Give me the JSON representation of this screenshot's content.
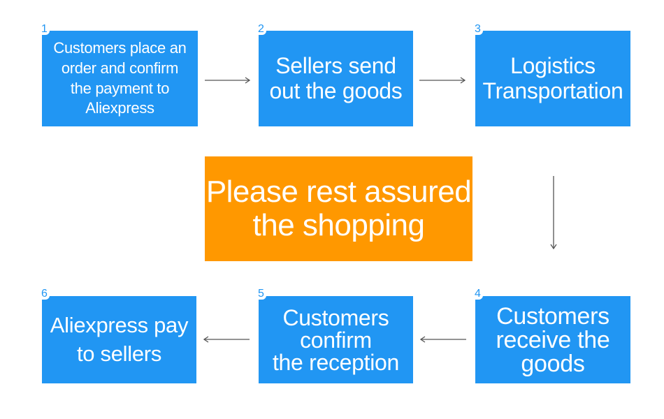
{
  "steps": [
    {
      "number": "1",
      "lines": [
        "Customers place an",
        "order and confirm",
        "the payment to",
        "Aliexpress"
      ]
    },
    {
      "number": "2",
      "lines": [
        "Sellers send",
        "out the goods"
      ]
    },
    {
      "number": "3",
      "lines": [
        "Logistics",
        "Transportation"
      ]
    },
    {
      "number": "4",
      "lines": [
        "Customers",
        "receive the",
        "goods"
      ]
    },
    {
      "number": "5",
      "lines": [
        "Customers",
        "confirm",
        "the reception"
      ]
    },
    {
      "number": "6",
      "lines": [
        "Aliexpress pay",
        "to sellers"
      ]
    }
  ],
  "center": {
    "lines": [
      "Please rest assured",
      "the shopping"
    ]
  },
  "colors": {
    "step": "#2196f3",
    "center": "#ff9800",
    "arrow": "#555555"
  }
}
